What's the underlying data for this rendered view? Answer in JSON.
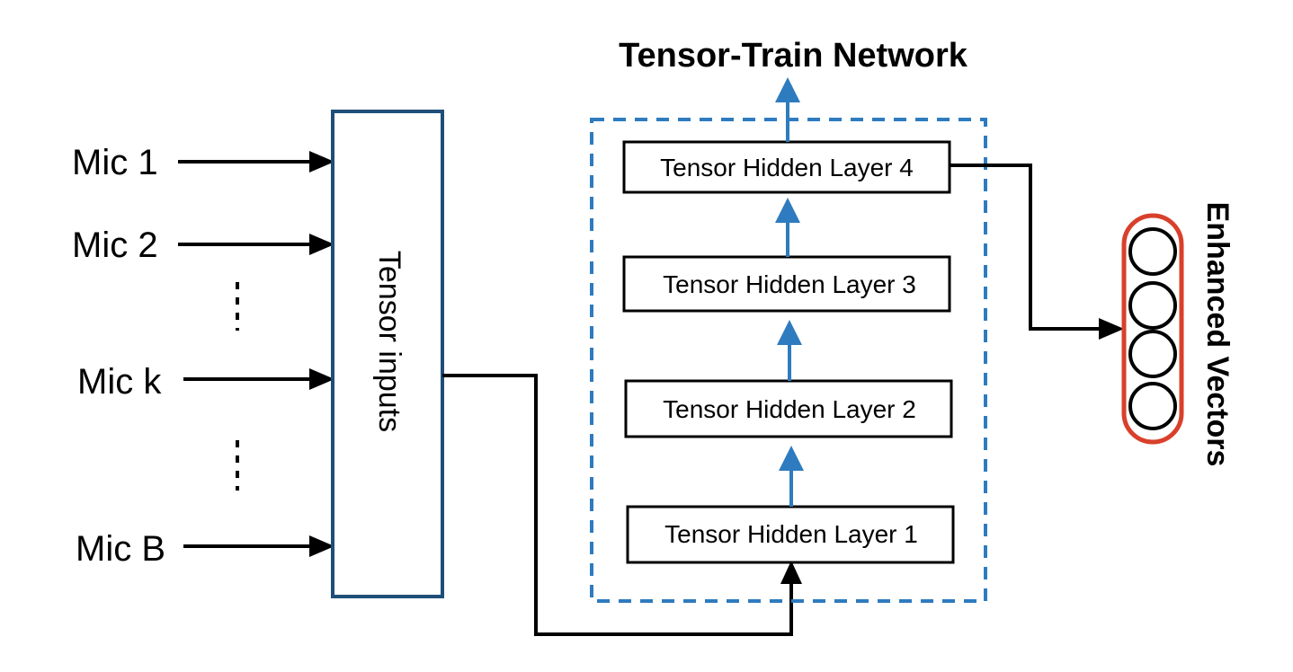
{
  "title": "Tensor-Train Network",
  "inputs": [
    {
      "label": "Mic 1"
    },
    {
      "label": "Mic 2"
    },
    {
      "label": "Mic k"
    },
    {
      "label": "Mic B"
    }
  ],
  "tensor_inputs": {
    "label": "Tensor inputs"
  },
  "layers": [
    {
      "label": "Tensor Hidden Layer 1"
    },
    {
      "label": "Tensor Hidden Layer 2"
    },
    {
      "label": "Tensor Hidden Layer 3"
    },
    {
      "label": "Tensor Hidden Layer 4"
    }
  ],
  "output": {
    "label": "Enhanced Vectors",
    "nodes": 4
  },
  "colors": {
    "blue": "#2e7bbf",
    "navy": "#1f4e79",
    "red": "#d9402b",
    "black": "#000000"
  }
}
